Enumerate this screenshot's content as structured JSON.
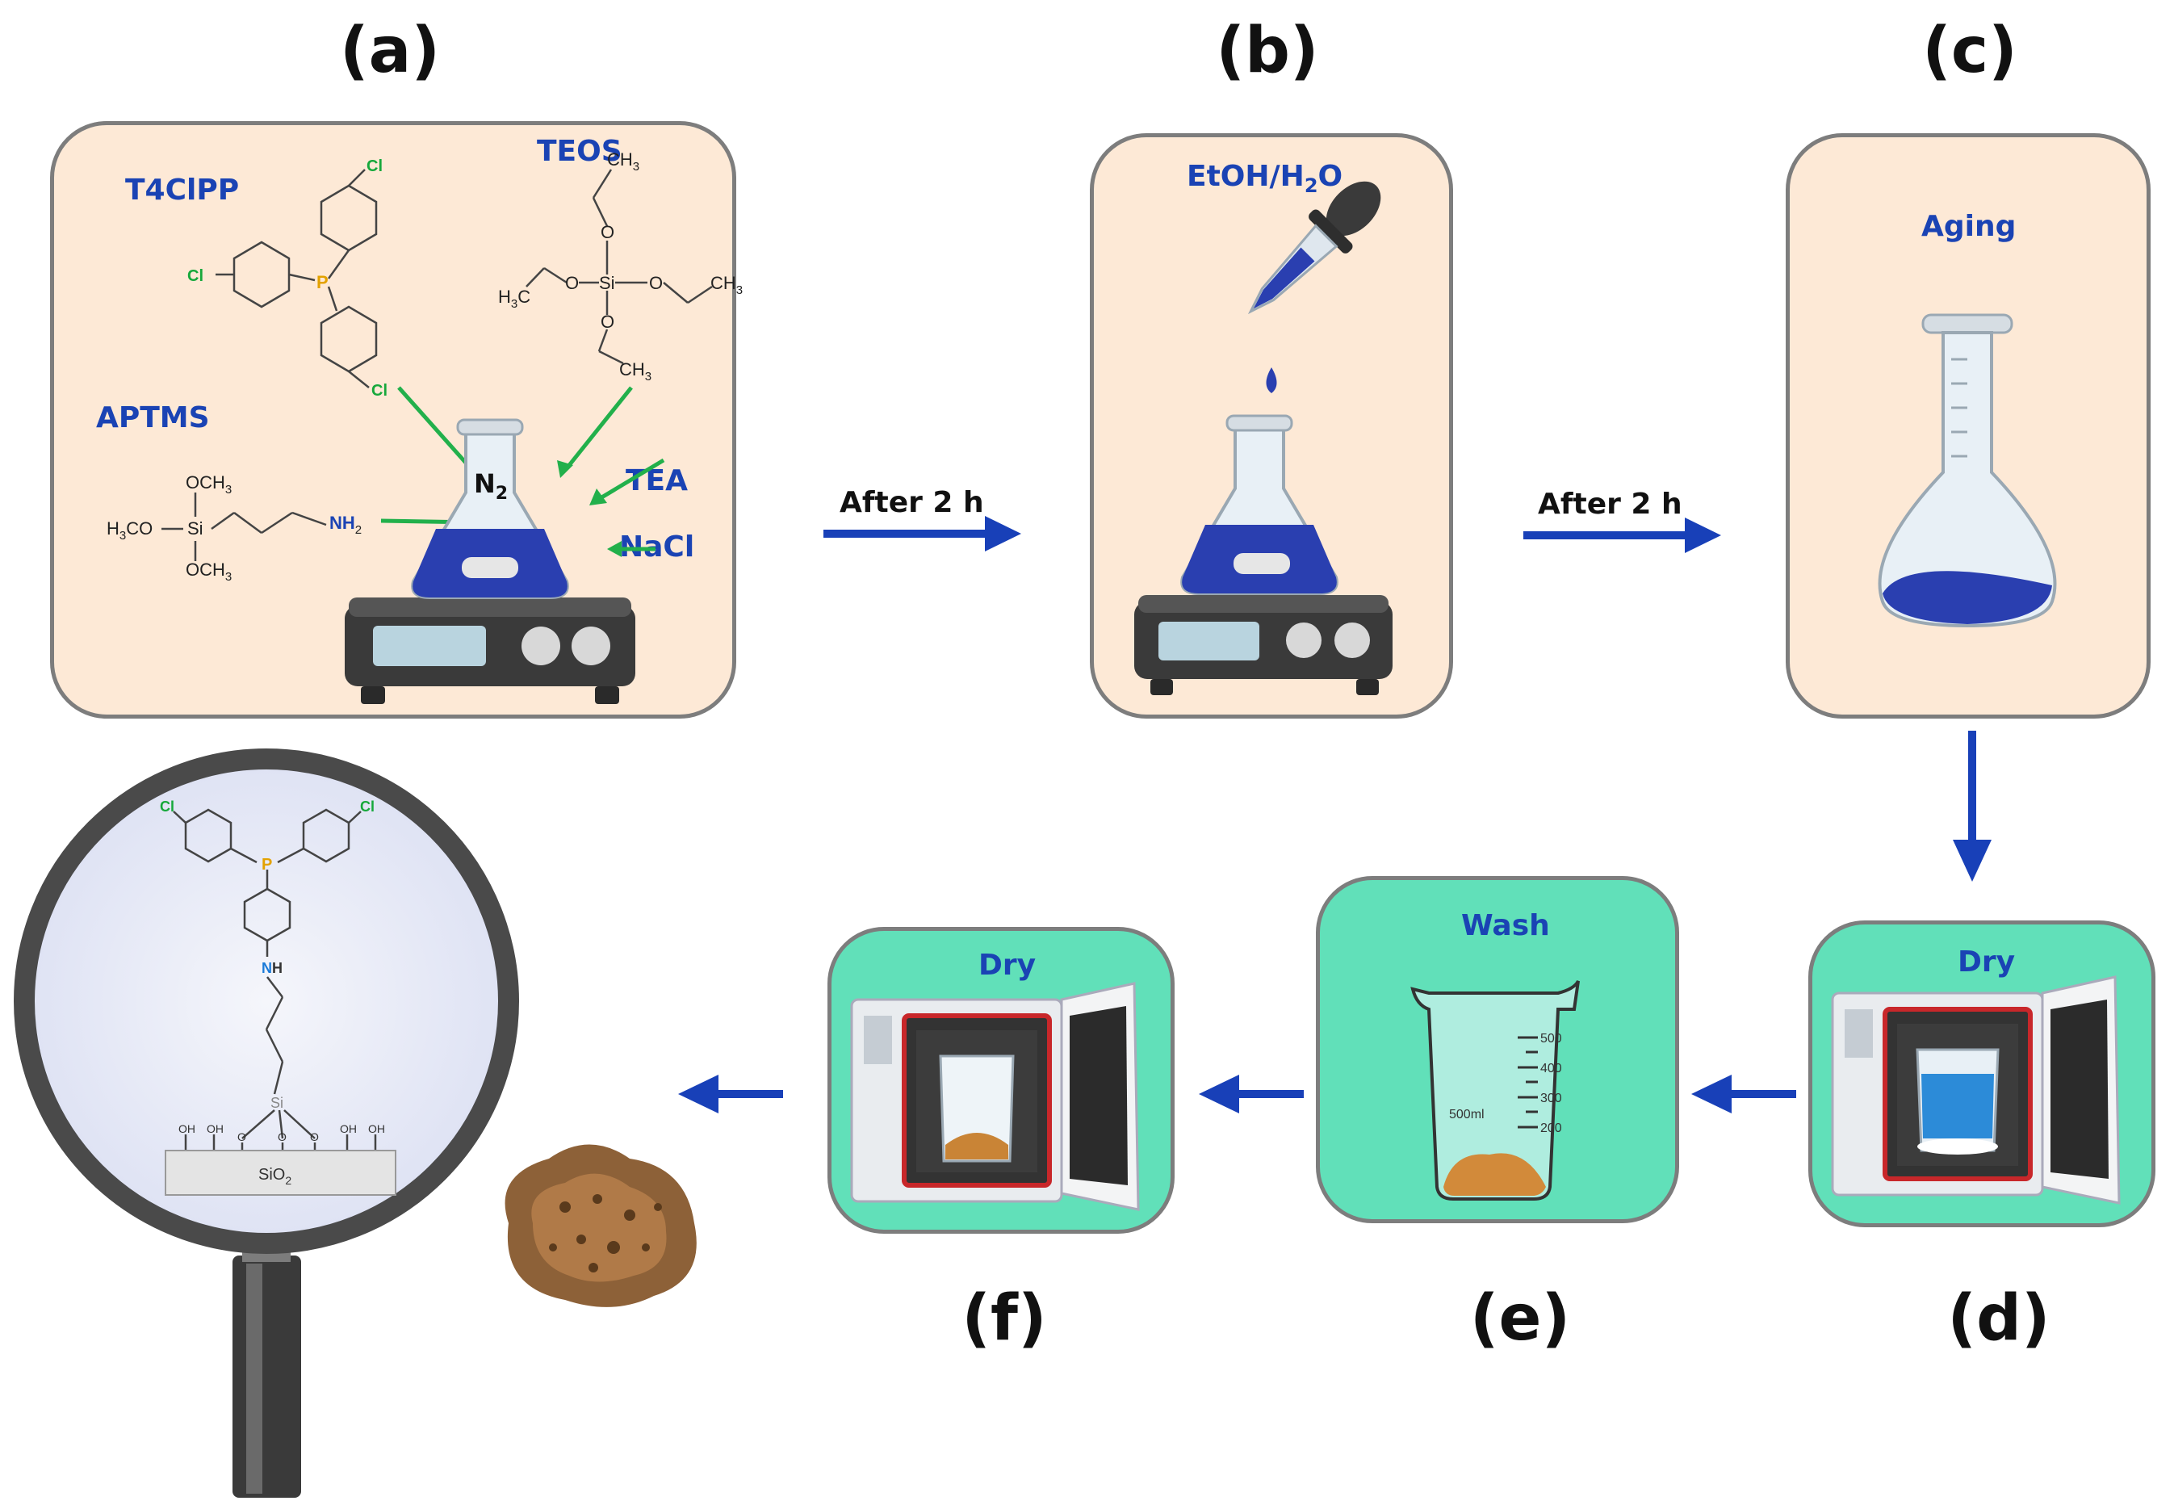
{
  "panels": {
    "a": {
      "letter": "(a)"
    },
    "b": {
      "letter": "(b)"
    },
    "c": {
      "letter": "(c)"
    },
    "d": {
      "letter": "(d)"
    },
    "e": {
      "letter": "(e)"
    },
    "f": {
      "letter": "(f)"
    }
  },
  "panel_a": {
    "t4clpp": "T4ClPP",
    "teos": "TEOS",
    "aptms": "APTMS",
    "tea": "TEA",
    "nacl": "NaCl",
    "n2": "N",
    "n2_sub": "2",
    "cl": "Cl",
    "p": "P",
    "ch3": "CH",
    "sub3": "3",
    "h3c": "H",
    "h3c_c": "C",
    "o": "O",
    "si": "Si",
    "och3": "OCH",
    "h3co": "H",
    "h3co_co": "CO",
    "nh2": "NH",
    "sub2": "2"
  },
  "panel_b": {
    "solvent": "EtOH/H",
    "solvent_sub": "2",
    "solvent_end": "O"
  },
  "panel_c": {
    "label": "Aging"
  },
  "panel_d": {
    "label": "Dry"
  },
  "panel_e": {
    "label": "Wash",
    "ticks": [
      "500",
      "400",
      "300",
      "200"
    ],
    "volume": "500ml"
  },
  "panel_f": {
    "label": "Dry"
  },
  "arrows": {
    "ab": "After 2 h",
    "bc": "After 2 h"
  },
  "magnifier": {
    "cl": "Cl",
    "p": "P",
    "n": "N",
    "h": "H",
    "si": "Si",
    "o": "O",
    "oh": "OH",
    "surface": "SiO",
    "surface_sub": "2"
  },
  "colors": {
    "arrow": "#1840b8",
    "green_arrow": "#22b04b",
    "label_blue": "#1a43b4",
    "peach": "#fde9d6",
    "mint": "#61e0b9",
    "flask_blue": "#2a3fb0"
  }
}
